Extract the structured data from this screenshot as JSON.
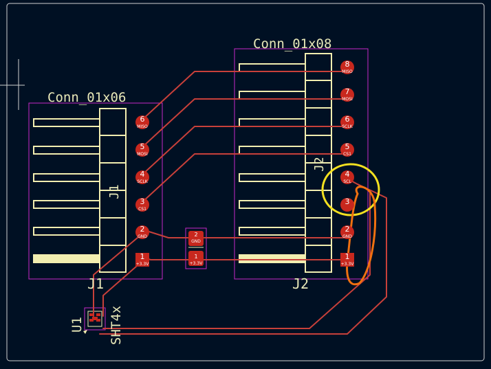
{
  "board": {
    "colors": {
      "background": "#001023",
      "trace": "#c8403a",
      "pad": "#c8281e",
      "silkscreen": "#f2eeb0",
      "courtyard": "#c828c8",
      "edge": "#d0d0d0",
      "highlight_yellow": "#f4e020",
      "highlight_orange": "#f07010"
    }
  },
  "j1": {
    "value_label": "Conn_01x06",
    "ref_label": "J1",
    "ref_vertical": "J1",
    "pins": [
      {
        "num": "6",
        "net": "MISO"
      },
      {
        "num": "5",
        "net": "MOSI"
      },
      {
        "num": "4",
        "net": "SCLK"
      },
      {
        "num": "3",
        "net": "CS1"
      },
      {
        "num": "2",
        "net": "GND"
      },
      {
        "num": "1",
        "net": "+3.3V"
      }
    ]
  },
  "j2": {
    "value_label": "Conn_01x08",
    "ref_label": "J2",
    "ref_vertical": "J2",
    "pins": [
      {
        "num": "8",
        "net": "MISO"
      },
      {
        "num": "7",
        "net": "MOSI"
      },
      {
        "num": "6",
        "net": "SCLK"
      },
      {
        "num": "5",
        "net": "CS1"
      },
      {
        "num": "4",
        "net": "SCL"
      },
      {
        "num": "3",
        "net": ""
      },
      {
        "num": "2",
        "net": "GND"
      },
      {
        "num": "1",
        "net": "+3.3V"
      }
    ]
  },
  "cap": {
    "pins": [
      {
        "num": "2",
        "net": "GND"
      },
      {
        "num": "1",
        "net": "+3.3V"
      }
    ]
  },
  "u1": {
    "ref_label": "U1",
    "value_label": "SHT4x"
  }
}
